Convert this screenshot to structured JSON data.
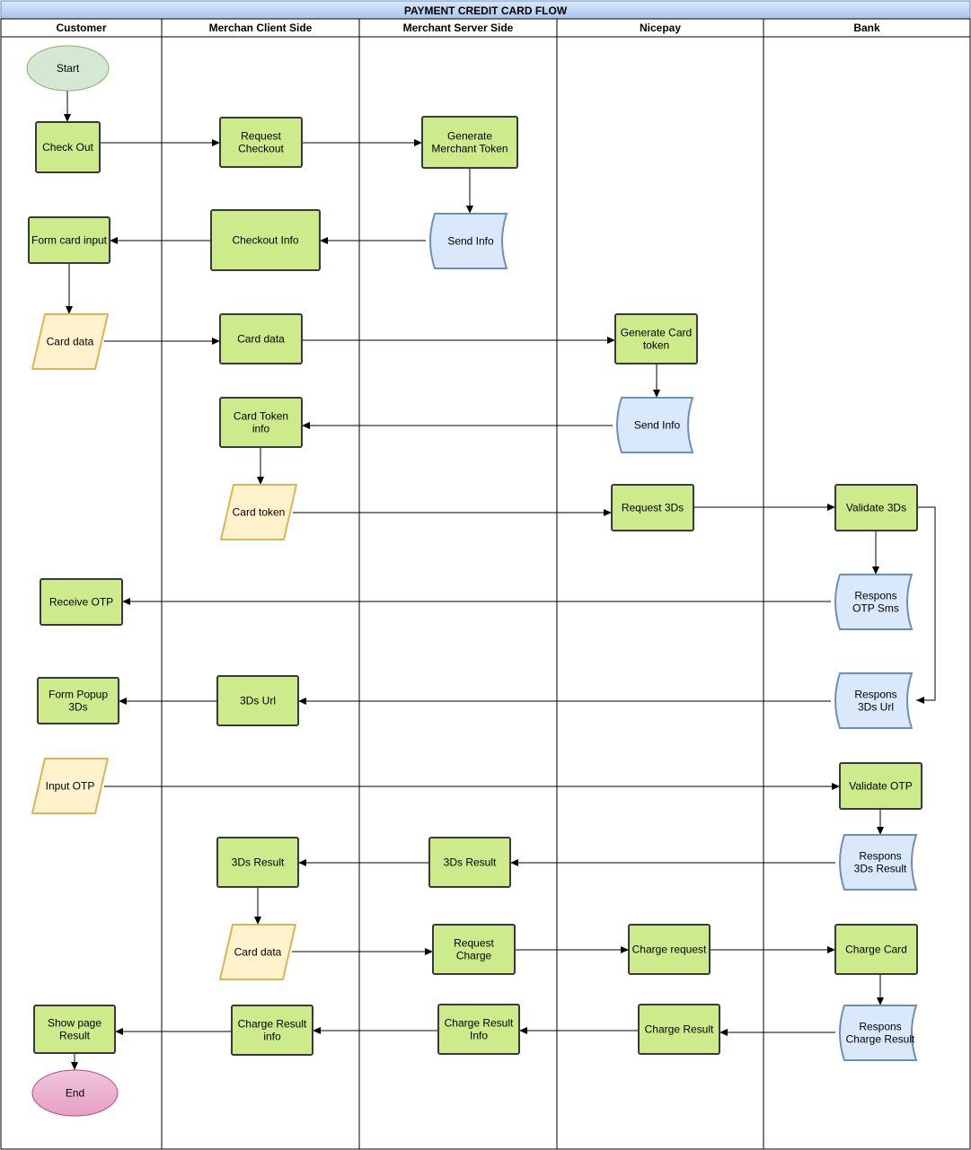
{
  "title": "PAYMENT CREDIT CARD FLOW",
  "lanes": [
    "Customer",
    "Merchan Client Side",
    "Merchant Server Side",
    "Nicepay",
    "Bank"
  ],
  "colors": {
    "process_fill": "#cdeb8b",
    "process_stroke": "#36393d",
    "data_fill": "#fff2cc",
    "data_stroke": "#d6b656",
    "doc_fill": "#dae8fc",
    "doc_stroke": "#6c8ebf",
    "start_fill": "#d5e8d4",
    "start_stroke": "#82b366",
    "end_fill": "#e6a0c4",
    "end_stroke": "#b5497f",
    "title_fill": "#a9c4eb",
    "title_stroke": "#6c8ebf"
  },
  "nodes": [
    {
      "id": "start",
      "label": [
        "Start"
      ],
      "shape": "ellipse",
      "lane": "Customer"
    },
    {
      "id": "checkout",
      "label": [
        "Check Out"
      ],
      "shape": "process",
      "lane": "Customer"
    },
    {
      "id": "req_checkout",
      "label": [
        "Request",
        "Checkout"
      ],
      "shape": "process",
      "lane": "Merchan Client Side"
    },
    {
      "id": "gen_merchant_token",
      "label": [
        "Generate",
        "Merchant Token"
      ],
      "shape": "process",
      "lane": "Merchant Server Side"
    },
    {
      "id": "send_info_1",
      "label": [
        "Send Info"
      ],
      "shape": "document",
      "lane": "Merchant Server Side"
    },
    {
      "id": "checkout_info",
      "label": [
        "Checkout Info"
      ],
      "shape": "process",
      "lane": "Merchan Client Side"
    },
    {
      "id": "form_card_input",
      "label": [
        "Form card input"
      ],
      "shape": "process",
      "lane": "Customer"
    },
    {
      "id": "card_data_1",
      "label": [
        "Card data"
      ],
      "shape": "data",
      "lane": "Customer"
    },
    {
      "id": "card_data_2",
      "label": [
        "Card data"
      ],
      "shape": "process",
      "lane": "Merchan Client Side"
    },
    {
      "id": "gen_card_token",
      "label": [
        "Generate Card",
        "token"
      ],
      "shape": "process",
      "lane": "Nicepay"
    },
    {
      "id": "send_info_2",
      "label": [
        "Send Info"
      ],
      "shape": "document",
      "lane": "Nicepay"
    },
    {
      "id": "card_token_info",
      "label": [
        "Card Token",
        "info"
      ],
      "shape": "process",
      "lane": "Merchan Client Side"
    },
    {
      "id": "card_token",
      "label": [
        "Card token"
      ],
      "shape": "data",
      "lane": "Merchan Client Side"
    },
    {
      "id": "request_3ds",
      "label": [
        "Request 3Ds"
      ],
      "shape": "process",
      "lane": "Nicepay"
    },
    {
      "id": "validate_3ds",
      "label": [
        "Validate 3Ds"
      ],
      "shape": "process",
      "lane": "Bank"
    },
    {
      "id": "respons_otp_sms",
      "label": [
        "Respons",
        "OTP Sms"
      ],
      "shape": "document",
      "lane": "Bank"
    },
    {
      "id": "receive_otp",
      "label": [
        "Receive OTP"
      ],
      "shape": "process",
      "lane": "Customer"
    },
    {
      "id": "respons_3ds_url",
      "label": [
        "Respons",
        "3Ds Url"
      ],
      "shape": "document",
      "lane": "Bank"
    },
    {
      "id": "url_3ds",
      "label": [
        "3Ds Url"
      ],
      "shape": "process",
      "lane": "Merchan Client Side"
    },
    {
      "id": "form_popup_3ds",
      "label": [
        "Form Popup",
        "3Ds"
      ],
      "shape": "process",
      "lane": "Customer"
    },
    {
      "id": "input_otp",
      "label": [
        "Input OTP"
      ],
      "shape": "data",
      "lane": "Customer"
    },
    {
      "id": "validate_otp",
      "label": [
        "Validate OTP"
      ],
      "shape": "process",
      "lane": "Bank"
    },
    {
      "id": "respons_3ds_result",
      "label": [
        "Respons",
        "3Ds Result"
      ],
      "shape": "document",
      "lane": "Bank"
    },
    {
      "id": "result_3ds_server",
      "label": [
        "3Ds Result"
      ],
      "shape": "process",
      "lane": "Merchant Server Side"
    },
    {
      "id": "result_3ds_client",
      "label": [
        "3Ds Result"
      ],
      "shape": "process",
      "lane": "Merchan Client Side"
    },
    {
      "id": "card_data_3",
      "label": [
        "Card data"
      ],
      "shape": "data",
      "lane": "Merchan Client Side"
    },
    {
      "id": "request_charge",
      "label": [
        "Request",
        "Charge"
      ],
      "shape": "process",
      "lane": "Merchant Server Side"
    },
    {
      "id": "charge_request",
      "label": [
        "Charge request"
      ],
      "shape": "process",
      "lane": "Nicepay"
    },
    {
      "id": "charge_card",
      "label": [
        "Charge Card"
      ],
      "shape": "process",
      "lane": "Bank"
    },
    {
      "id": "respons_charge_result",
      "label": [
        "Respons",
        "Charge Result"
      ],
      "shape": "document",
      "lane": "Bank"
    },
    {
      "id": "charge_result_np",
      "label": [
        "Charge Result"
      ],
      "shape": "process",
      "lane": "Nicepay"
    },
    {
      "id": "charge_result_info_server",
      "label": [
        "Charge Result",
        "Info"
      ],
      "shape": "process",
      "lane": "Merchant Server Side"
    },
    {
      "id": "charge_result_info_client",
      "label": [
        "Charge Result",
        "info"
      ],
      "shape": "process",
      "lane": "Merchan Client Side"
    },
    {
      "id": "show_page_result",
      "label": [
        "Show page",
        "Result"
      ],
      "shape": "process",
      "lane": "Customer"
    },
    {
      "id": "end",
      "label": [
        "End"
      ],
      "shape": "ellipse_end",
      "lane": "Customer"
    }
  ],
  "edges": [
    {
      "from": "start",
      "to": "checkout"
    },
    {
      "from": "checkout",
      "to": "req_checkout"
    },
    {
      "from": "req_checkout",
      "to": "gen_merchant_token"
    },
    {
      "from": "gen_merchant_token",
      "to": "send_info_1"
    },
    {
      "from": "send_info_1",
      "to": "checkout_info"
    },
    {
      "from": "checkout_info",
      "to": "form_card_input"
    },
    {
      "from": "form_card_input",
      "to": "card_data_1"
    },
    {
      "from": "card_data_1",
      "to": "card_data_2"
    },
    {
      "from": "card_data_2",
      "to": "gen_card_token"
    },
    {
      "from": "gen_card_token",
      "to": "send_info_2"
    },
    {
      "from": "send_info_2",
      "to": "card_token_info"
    },
    {
      "from": "card_token_info",
      "to": "card_token"
    },
    {
      "from": "card_token",
      "to": "request_3ds"
    },
    {
      "from": "request_3ds",
      "to": "validate_3ds"
    },
    {
      "from": "validate_3ds",
      "to": "respons_otp_sms"
    },
    {
      "from": "validate_3ds",
      "to": "respons_3ds_url"
    },
    {
      "from": "respons_otp_sms",
      "to": "receive_otp"
    },
    {
      "from": "respons_3ds_url",
      "to": "url_3ds"
    },
    {
      "from": "url_3ds",
      "to": "form_popup_3ds"
    },
    {
      "from": "input_otp",
      "to": "validate_otp"
    },
    {
      "from": "validate_otp",
      "to": "respons_3ds_result"
    },
    {
      "from": "respons_3ds_result",
      "to": "result_3ds_server"
    },
    {
      "from": "result_3ds_server",
      "to": "result_3ds_client"
    },
    {
      "from": "result_3ds_client",
      "to": "card_data_3"
    },
    {
      "from": "card_data_3",
      "to": "request_charge"
    },
    {
      "from": "request_charge",
      "to": "charge_request"
    },
    {
      "from": "charge_request",
      "to": "charge_card"
    },
    {
      "from": "charge_card",
      "to": "respons_charge_result"
    },
    {
      "from": "respons_charge_result",
      "to": "charge_result_np"
    },
    {
      "from": "charge_result_np",
      "to": "charge_result_info_server"
    },
    {
      "from": "charge_result_info_server",
      "to": "charge_result_info_client"
    },
    {
      "from": "charge_result_info_client",
      "to": "show_page_result"
    },
    {
      "from": "show_page_result",
      "to": "end"
    }
  ]
}
